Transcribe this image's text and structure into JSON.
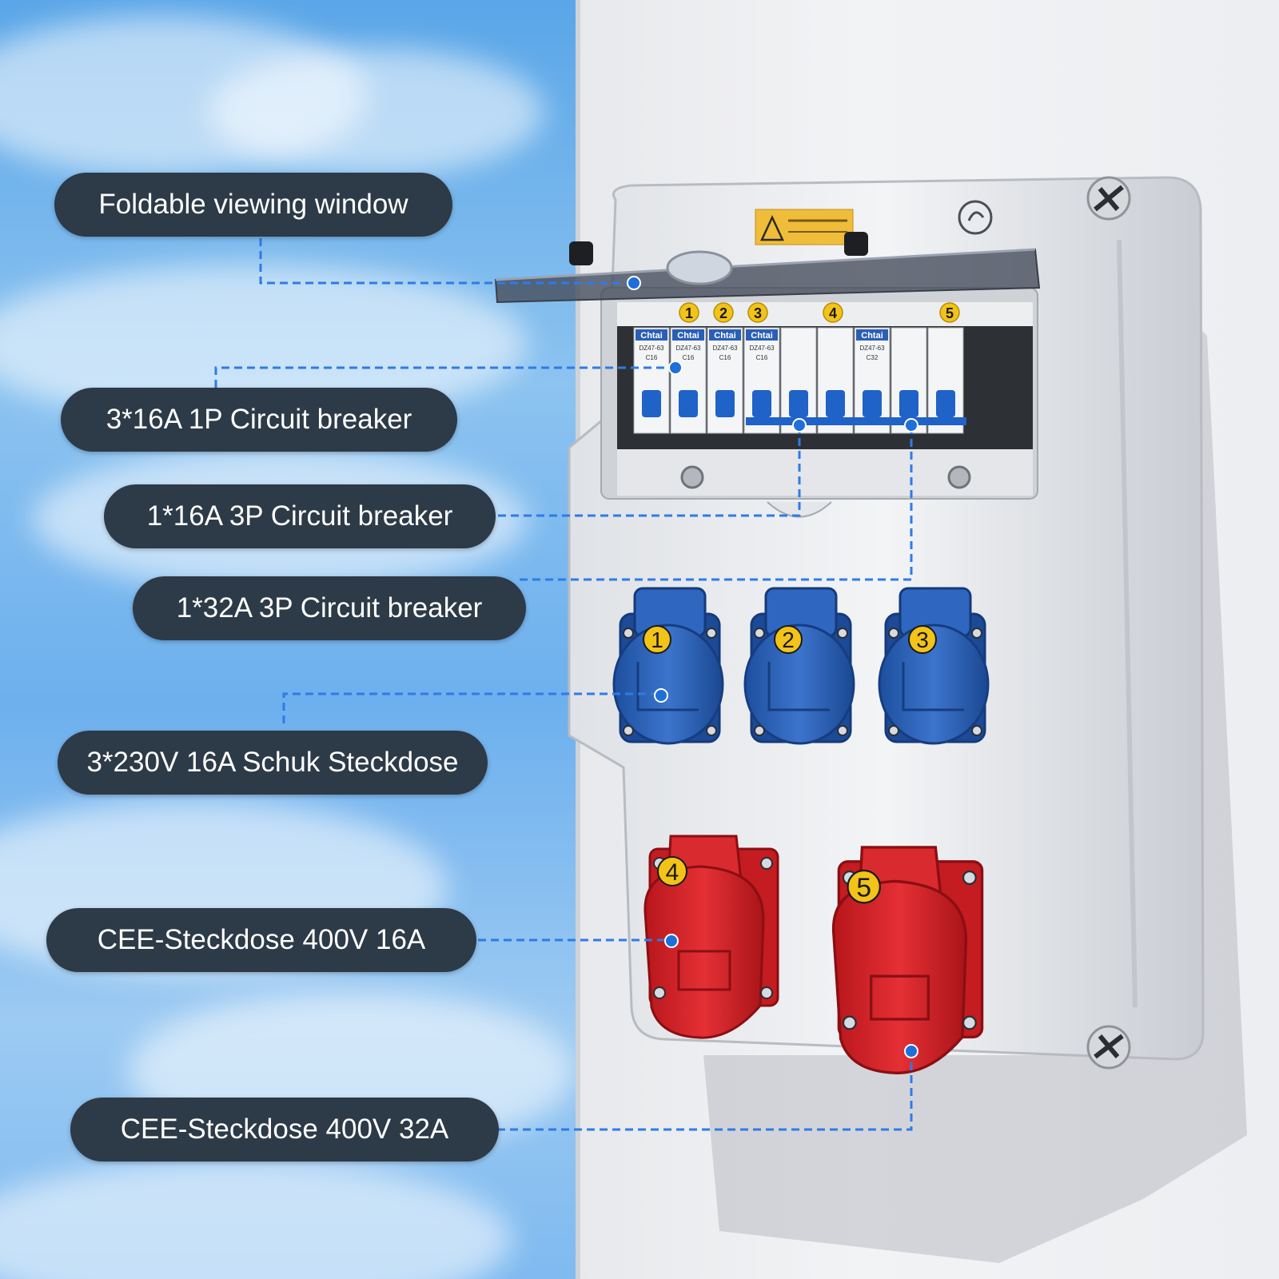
{
  "labels": {
    "window": "Foldable viewing window",
    "breaker_1p": "3*16A 1P Circuit breaker",
    "breaker_16a_3p": "1*16A 3P Circuit breaker",
    "breaker_32a_3p": "1*32A 3P Circuit breaker",
    "schuko": "3*230V 16A Schuk Steckdose",
    "cee_16": "CEE-Steckdose 400V 16A",
    "cee_32": "CEE-Steckdose 400V 32A"
  },
  "breakers": {
    "brand": "Chtai",
    "model": "DZ47-63",
    "rating_a": "C16",
    "rating_b": "C32",
    "positions": [
      "1",
      "2",
      "3",
      "4",
      "5"
    ]
  },
  "sockets": {
    "schuko_numbers": [
      "1",
      "2",
      "3"
    ],
    "cee_numbers": [
      "4",
      "5"
    ]
  },
  "colors": {
    "label_bg": "#2d3a47",
    "leader": "#2f7be6",
    "schuko": "#2a5fb8",
    "cee": "#d8262a",
    "number_tag": "#f2c318"
  }
}
